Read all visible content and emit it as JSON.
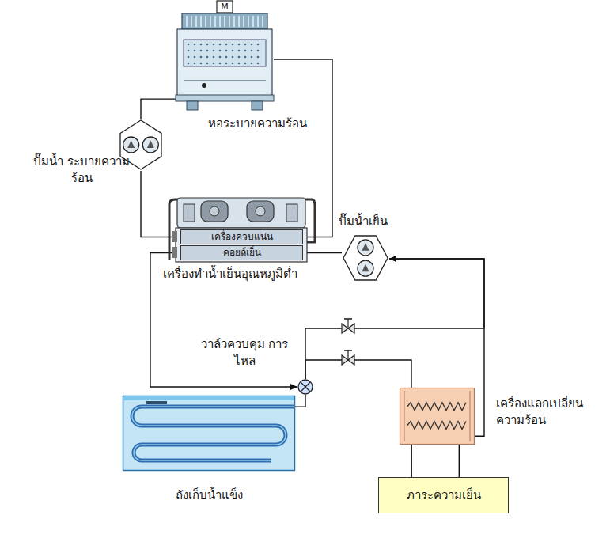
{
  "diagram": {
    "nodes": [
      {
        "text": [
          "หอระบายความร้อน"
        ]
      },
      {
        "text": [
          "ปั๊มน้ำ ระบายความร้อน"
        ]
      },
      {
        "text": [
          "เครื่องทำน้ำเย็นอุณหภูมิต่ำ"
        ]
      },
      {
        "text": [
          "เครื่องควบแน่น"
        ],
        "in": 2
      },
      {
        "text": [
          "คอยล์เย็น"
        ],
        "in": 2
      },
      {
        "text": [
          "ปั๊มน้ำเย็น"
        ]
      },
      {
        "text": [
          "วาล์วควบคุม การไหล"
        ]
      },
      {
        "text": [
          "เครื่องแลกเปลี่ยน ความร้อน"
        ]
      },
      {
        "text": [
          "ถังเก็บน้ำแข็ง"
        ]
      },
      {
        "text": [
          "ภาระความเย็น"
        ]
      }
    ],
    "edges": [
      {
        "from": 0,
        "to": 1,
        "arrow": "none"
      },
      {
        "from": 1,
        "to": 3,
        "arrow": "none"
      },
      {
        "from": 3,
        "to": 0,
        "arrow": "none"
      },
      {
        "from": 4,
        "to": 5,
        "arrow": "none"
      },
      {
        "from": 7,
        "to": 5,
        "arrow": "to"
      },
      {
        "from": 4,
        "to": 6,
        "arrow": "to"
      },
      {
        "from": 6,
        "to": 7,
        "arrow": "none"
      },
      {
        "from": 6,
        "to": 5,
        "arrow": "to"
      },
      {
        "from": 8,
        "to": 6,
        "arrow": "none"
      },
      {
        "from": 7,
        "to": 9,
        "arrow": "none"
      },
      {
        "from": 9,
        "to": 7,
        "arrow": "none"
      }
    ],
    "labels": [
      "M"
    ]
  }
}
